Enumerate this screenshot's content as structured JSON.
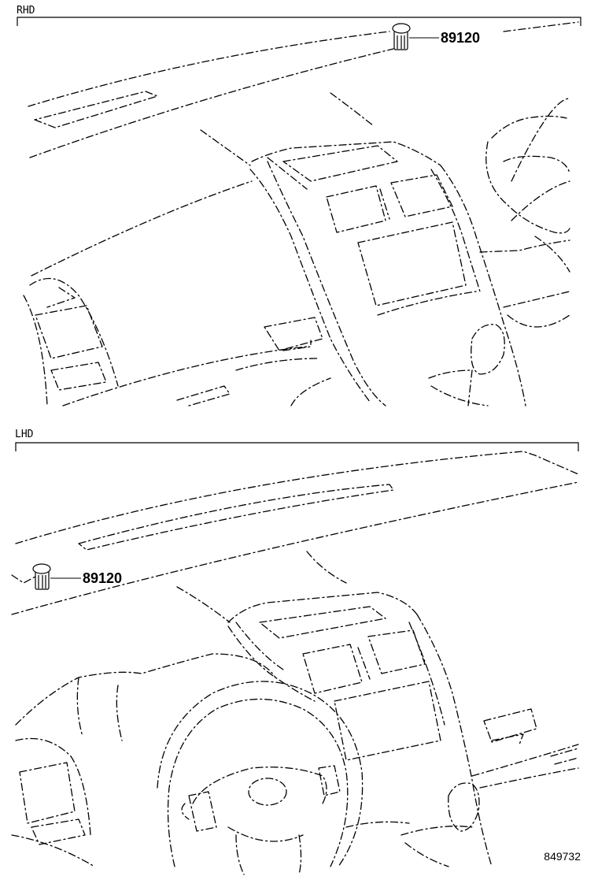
{
  "sections": [
    {
      "id": "rhd",
      "label": "RHD",
      "part_number": "89120"
    },
    {
      "id": "lhd",
      "label": "LHD",
      "part_number": "89120"
    }
  ],
  "figure_ref": "849732",
  "colors": {
    "line": "#000000",
    "background": "#ffffff"
  }
}
